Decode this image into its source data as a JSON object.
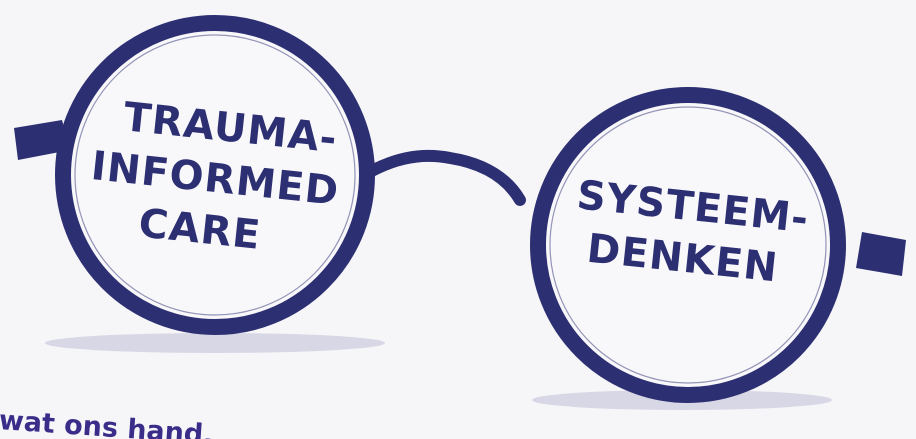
{
  "left_lens": {
    "lines": [
      "TRAUMA-",
      "INFORMED",
      "CARE"
    ]
  },
  "right_lens": {
    "lines": [
      "SYSTEEM-",
      "DENKEN"
    ]
  },
  "caption": {
    "text": "wat ons hand..."
  },
  "colors": {
    "frame": "#2d2f73",
    "shadow": "#c9c9dc",
    "background": "#f6f6f8",
    "caption": "#3a2d8a"
  }
}
